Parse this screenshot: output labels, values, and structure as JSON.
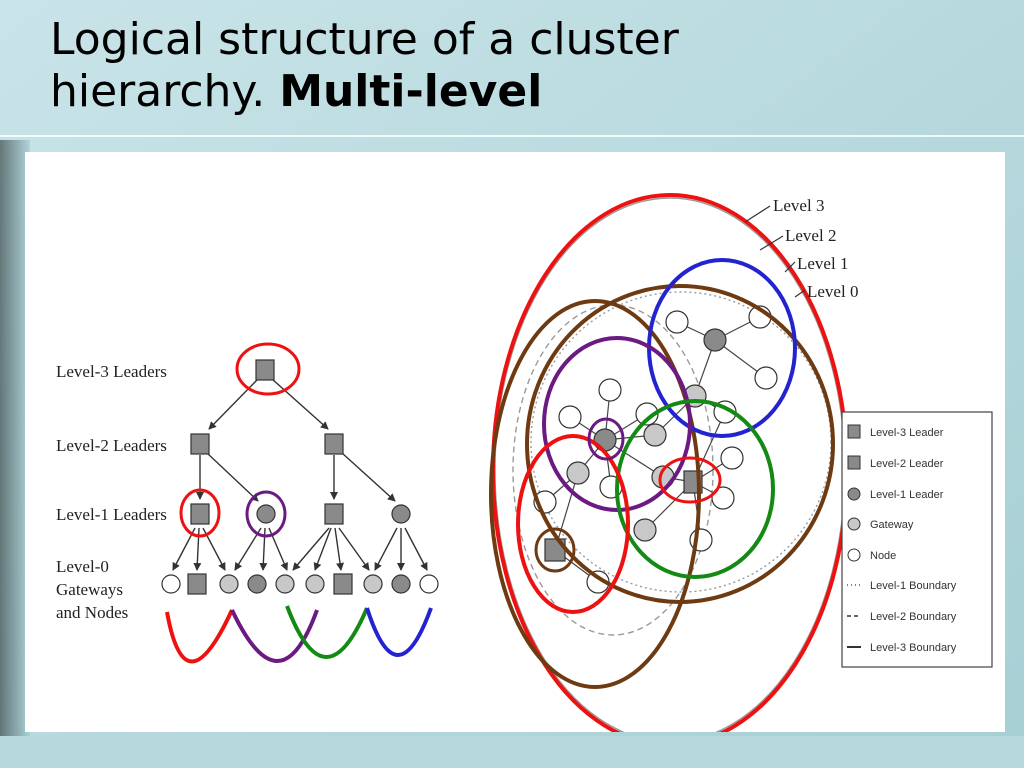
{
  "slide": {
    "title_line1": "Logical structure of a cluster",
    "title_line2": "hierarchy.",
    "title_bold": "Multi-level"
  },
  "hierarchy": {
    "labels": {
      "level3": "Level-3 Leaders",
      "level2": "Level-2 Leaders",
      "level1": "Level-1 Leaders",
      "level0_line1": "Level-0",
      "level0_line2": "Gateways",
      "level0_line3": "and Nodes"
    }
  },
  "clusters": {
    "level_labels": [
      "Level 3",
      "Level 2",
      "Level 1",
      "Level 0"
    ]
  },
  "legend": {
    "items": [
      "Level-3 Leader",
      "Level-2 Leader",
      "Level-1 Leader",
      "Gateway",
      "Node",
      "Level-1 Boundary",
      "Level-2 Boundary",
      "Level-3 Boundary"
    ]
  },
  "colors": {
    "red": "#ee1111",
    "purple": "#6b1a82",
    "green": "#138a13",
    "blue": "#2323d0",
    "brown": "#6e3a12",
    "node_gray": "#c8c8c8",
    "leader_gray": "#8a8a8a"
  }
}
